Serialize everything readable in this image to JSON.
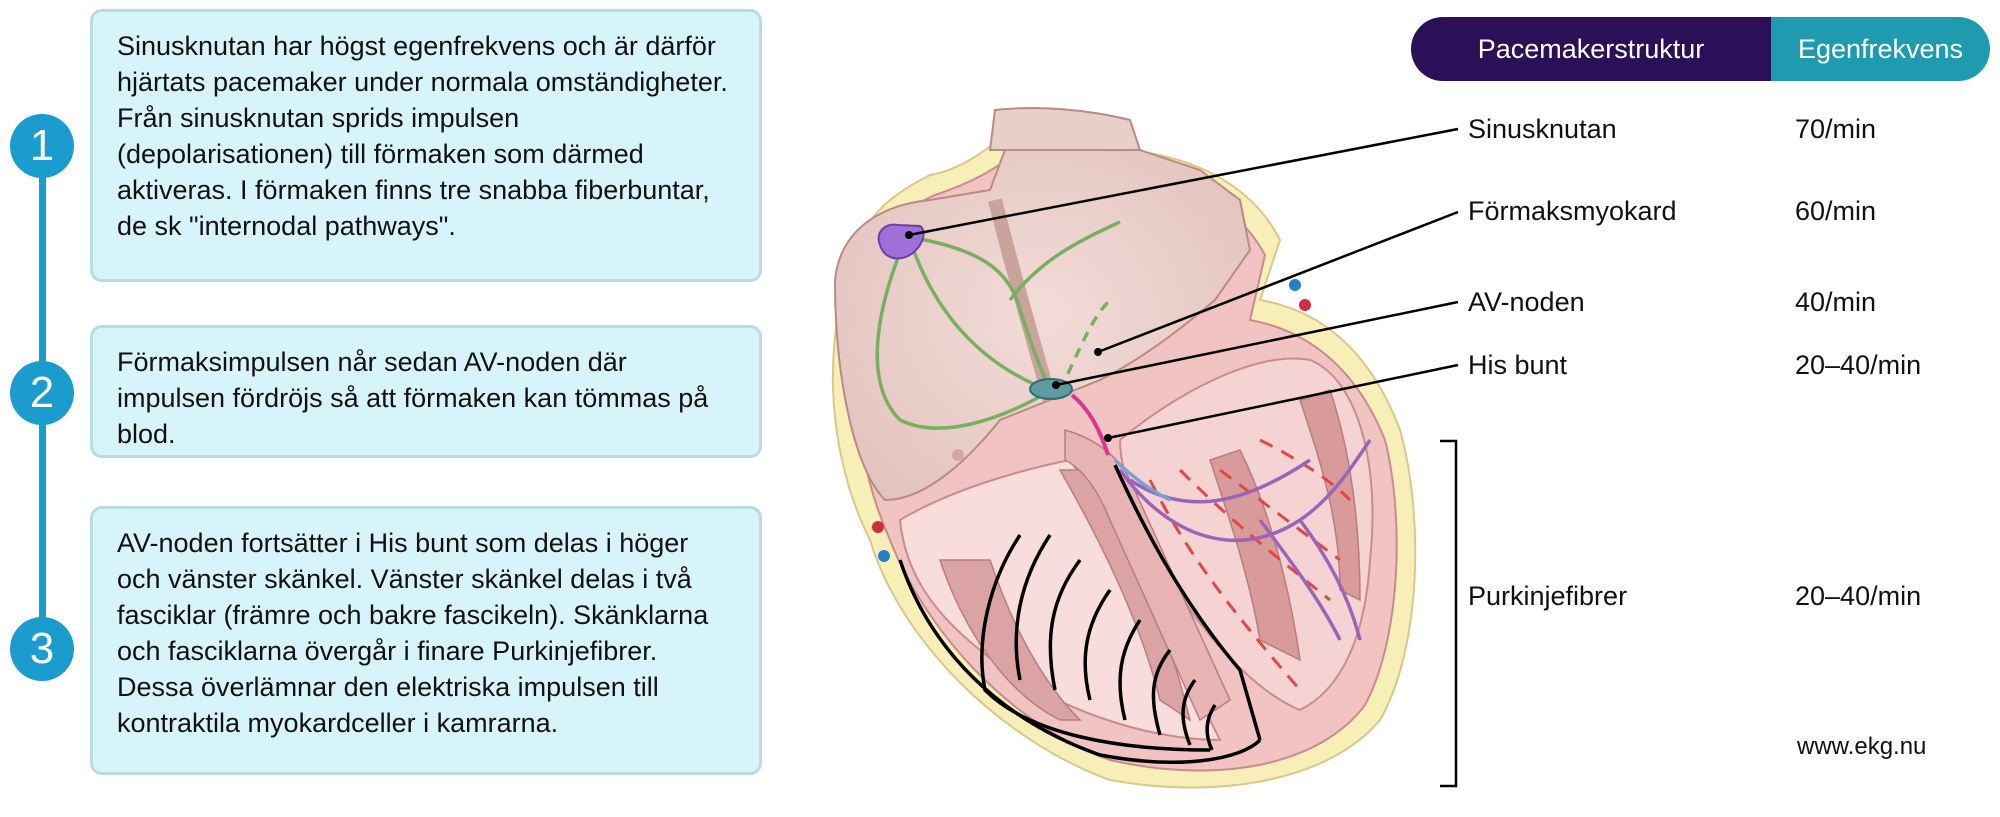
{
  "steps": [
    {
      "number": "1",
      "text": "Sinusknutan har högst egenfrekvens och är därför hjärtats pacemaker under normala omständigheter. Från sinusknutan sprids impulsen (depolarisationen) till förmaken som därmed aktiveras. I förmaken finns tre snabba fiberbuntar, de sk \"internodal pathways\"."
    },
    {
      "number": "2",
      "text": "Förmaksimpulsen når sedan AV-noden där impulsen fördröjs så att förmaken kan tömmas på blod."
    },
    {
      "number": "3",
      "text": "AV-noden fortsätter i His bunt som delas i höger och vänster skänkel. Vänster skänkel delas i två fasciklar (främre och bakre fascikeln). Skänklarna och fasciklarna övergår i finare Purkinjefibrer. Dessa överlämnar den elektriska impulsen till kontraktila myokardceller i kamrarna."
    }
  ],
  "legend": {
    "header_structure": "Pacemakerstruktur",
    "header_rate": "Egenfrekvens",
    "rows": [
      {
        "structure": "Sinusknutan",
        "rate": "70/min"
      },
      {
        "structure": "Förmaksmyokard",
        "rate": "60/min"
      },
      {
        "structure": "AV-noden",
        "rate": "40/min"
      },
      {
        "structure": "His bunt",
        "rate": "20–40/min"
      },
      {
        "structure": "Purkinjefibrer",
        "rate": "20–40/min"
      }
    ]
  },
  "website": "www.ekg.nu",
  "colors": {
    "step_blue": "#1a9ccf",
    "step_box_bg": "#d8f4fb",
    "header_purple": "#2c1057",
    "header_teal": "#1f9bb0",
    "sinus_node": "#a070d8",
    "av_node": "#5e9aa0",
    "his_bundle": "#e0348c",
    "purkinje_purple": "#9a64b8",
    "purkinje_red": "#e04848",
    "pathways_green": "#78b060"
  }
}
